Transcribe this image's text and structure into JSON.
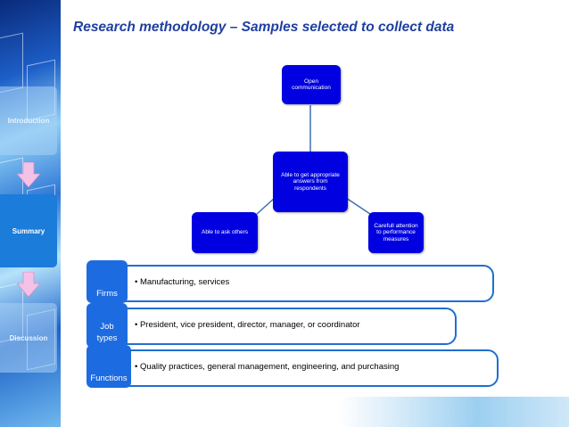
{
  "title": "Research methodology – Samples selected to collect data",
  "sidebar": {
    "items": [
      {
        "label": "Introduction"
      },
      {
        "label": "Summary"
      },
      {
        "label": "Discussion"
      }
    ],
    "active_index": 1
  },
  "diagram": {
    "center": "Able to get appropriate answers from respondents",
    "top": "Open communication",
    "left": "Able to ask others",
    "right": "Carefull attention to performance measures"
  },
  "rows": [
    {
      "label": "Firms",
      "text": "• Manufacturing, services"
    },
    {
      "label": "Job types",
      "text": "• President, vice president, director, manager, or coordinator"
    },
    {
      "label": "Functions",
      "text": "• Quality practices, general management, engineering, and purchasing"
    }
  ],
  "colors": {
    "title": "#1f3fa0",
    "node_fill": "#0000e0",
    "row_label_fill": "#1d6be0",
    "row_border": "#1f6fd0",
    "sidebar_active": "#1b7cd9"
  }
}
